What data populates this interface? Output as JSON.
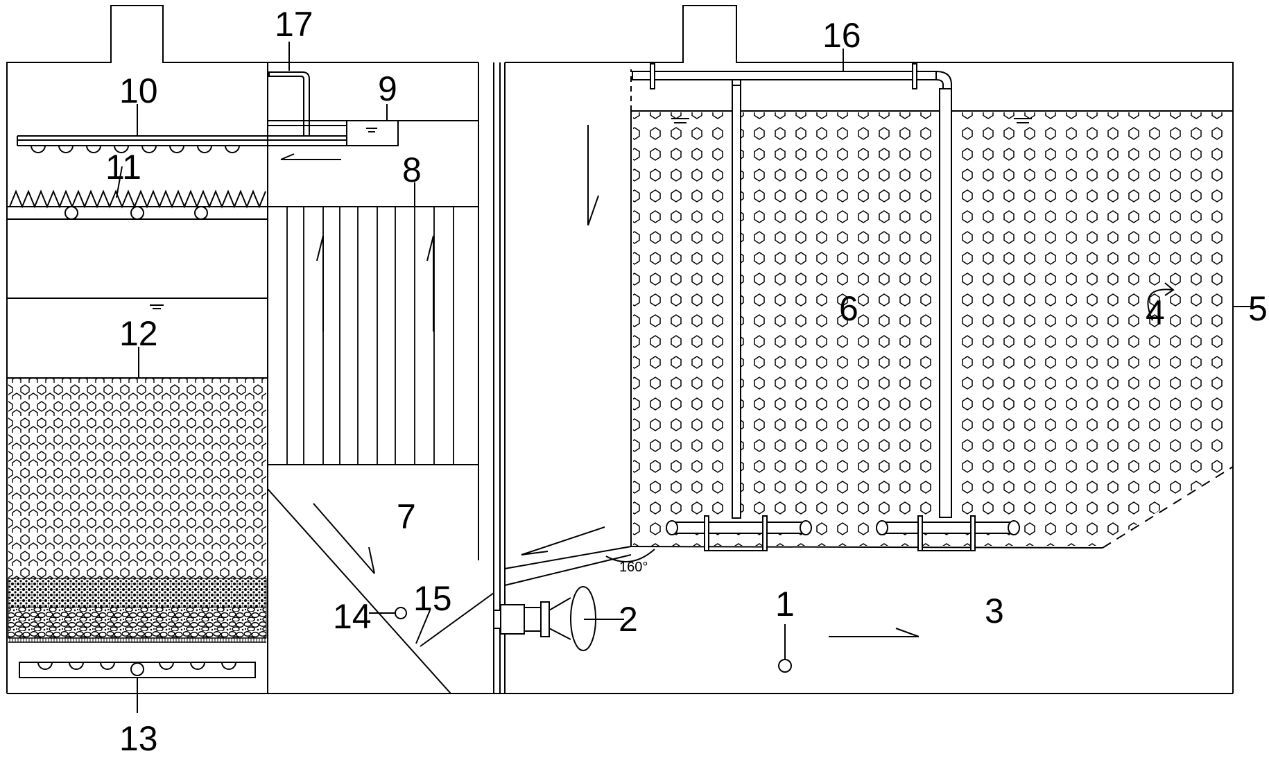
{
  "labels": {
    "l1": "1",
    "l2": "2",
    "l3": "3",
    "l4": "4",
    "l5": "5",
    "l6": "6",
    "l7": "7",
    "l8": "8",
    "l9": "9",
    "l10": "10",
    "l11": "11",
    "l12": "12",
    "l13": "13",
    "l14": "14",
    "l15": "15",
    "l16": "16",
    "l17": "17"
  },
  "annotations": {
    "angle": "160°"
  },
  "colors": {
    "stroke": "#000000",
    "background": "#ffffff"
  }
}
